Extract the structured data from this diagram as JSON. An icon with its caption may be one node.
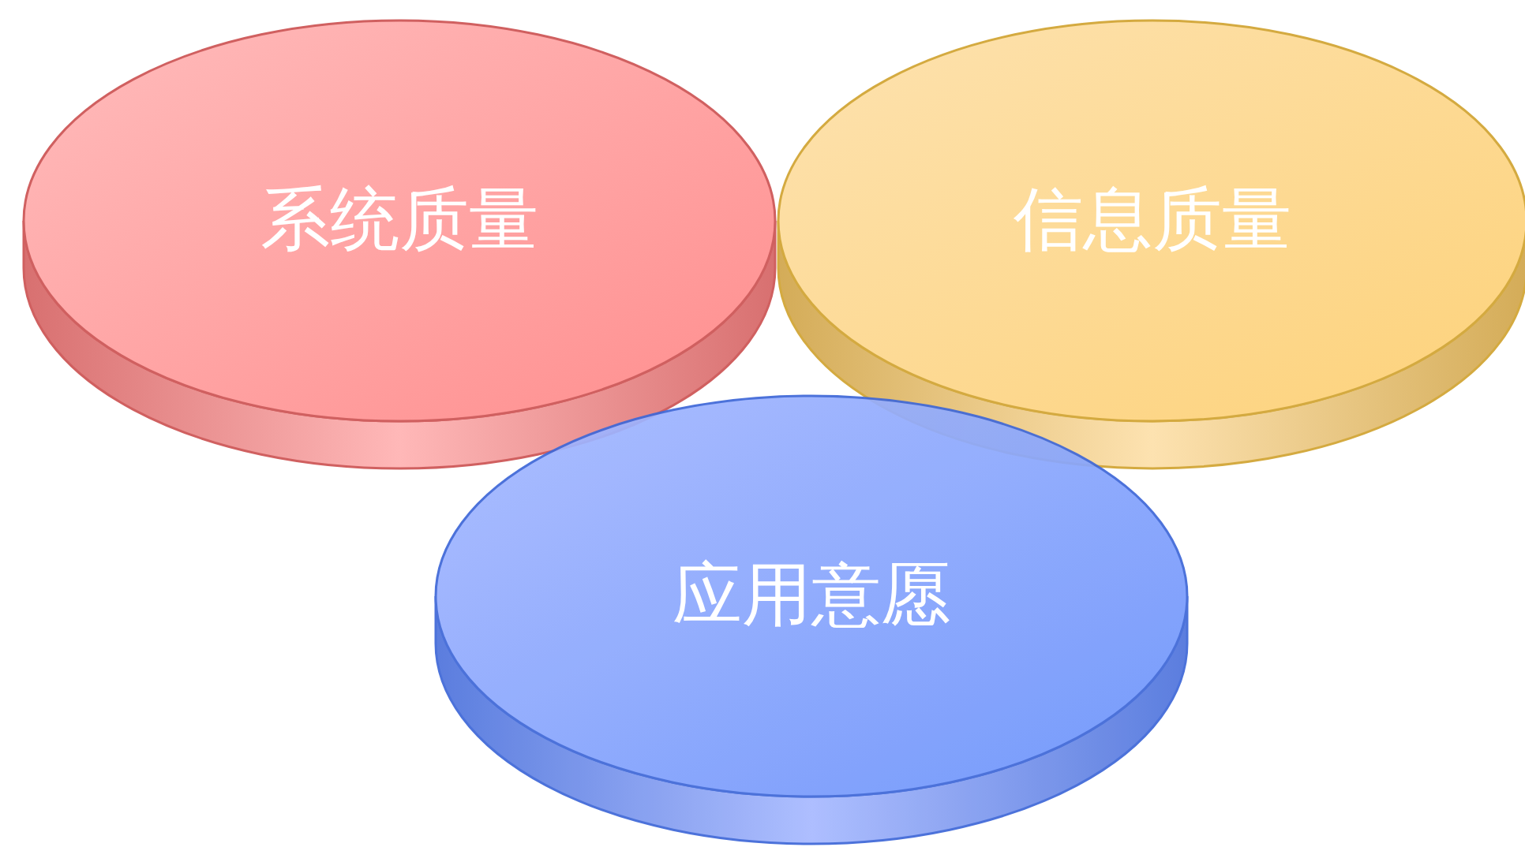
{
  "diagram": {
    "nodes": [
      {
        "text": [
          "系统质量"
        ]
      },
      {
        "text": [
          "信息质量"
        ]
      },
      {
        "text": [
          "应用意愿"
        ]
      }
    ]
  }
}
